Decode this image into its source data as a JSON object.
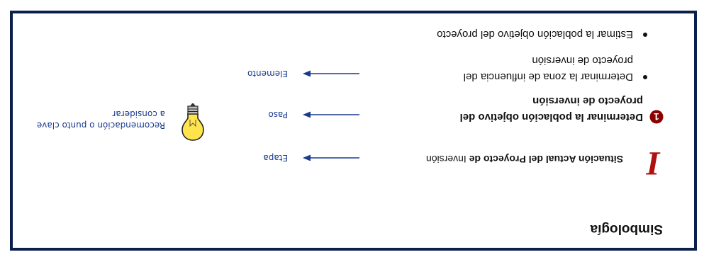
{
  "title": "Simbología",
  "stage": {
    "numeral": "I",
    "text_bold": "Situación Actual del Proyecto de",
    "text_normal": " Inversión"
  },
  "step": {
    "number": "1",
    "line1": "Determinar la población objetivo del",
    "line2": "proyecto de inversión"
  },
  "elements": [
    {
      "line1": "Determinar la zona de influencia del",
      "line2": "proyecto de inversión"
    },
    {
      "line1": "Estimar la población objetivo del proyecto",
      "line2": ""
    }
  ],
  "labels": {
    "stage": "Etapa",
    "step": "Paso",
    "element": "Elemento"
  },
  "recommendation": {
    "line1": "Recomendación o punto clave",
    "line2": "a considerar"
  },
  "colors": {
    "border": "#0b1f4d",
    "numeral": "#b01010",
    "step_badge": "#8b0000",
    "arrow": "#1a3a8e",
    "bulb": "#ffe44d"
  }
}
